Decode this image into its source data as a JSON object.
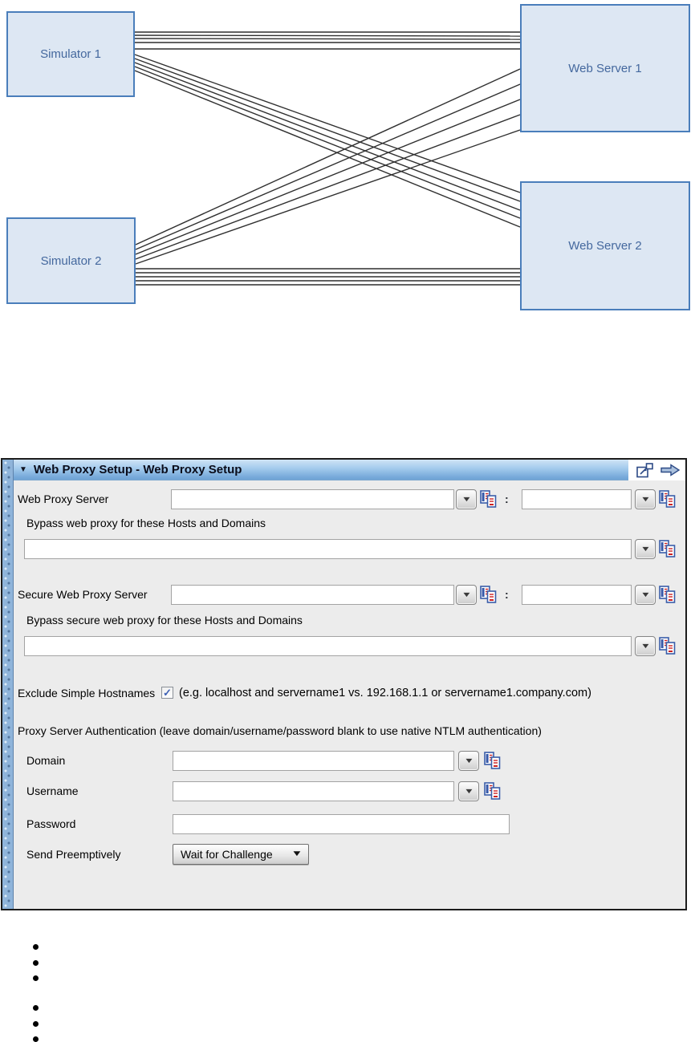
{
  "diagram": {
    "nodes": {
      "sim1": {
        "label": "Simulator 1"
      },
      "ws1": {
        "label": "Web Server 1"
      },
      "sim2": {
        "label": "Simulator 2"
      },
      "ws2": {
        "label": "Web Server 2"
      }
    },
    "links": [
      [
        168,
        40,
        648,
        40
      ],
      [
        168,
        44,
        648,
        45
      ],
      [
        168,
        48,
        648,
        49
      ],
      [
        168,
        53,
        648,
        53
      ],
      [
        168,
        61,
        648,
        61
      ],
      [
        168,
        68,
        648,
        240
      ],
      [
        168,
        73,
        648,
        251
      ],
      [
        168,
        78,
        648,
        262
      ],
      [
        168,
        83,
        648,
        272
      ],
      [
        168,
        88,
        648,
        283
      ],
      [
        169,
        305,
        648,
        86
      ],
      [
        169,
        311,
        648,
        105
      ],
      [
        169,
        317,
        648,
        124
      ],
      [
        169,
        323,
        648,
        143
      ],
      [
        169,
        329,
        648,
        162
      ],
      [
        169,
        335,
        648,
        335
      ],
      [
        169,
        340,
        648,
        340
      ],
      [
        169,
        345,
        648,
        345
      ],
      [
        169,
        350,
        648,
        350
      ],
      [
        169,
        355,
        648,
        355
      ]
    ],
    "node_fill": "#dde7f3",
    "node_border": "#4a7ebb",
    "line_color": "#2f2f2f"
  },
  "panel": {
    "collapse_glyph": "▼",
    "title": "Web Proxy Setup - Web Proxy Setup",
    "port_separator": ":",
    "titlebar_gradient_top": "#cfe3f5",
    "titlebar_gradient_bottom": "#6ea3d4",
    "rows": {
      "web_proxy_server": {
        "label": "Web Proxy Server",
        "host_value": "",
        "port_value": ""
      },
      "bypass_web_proxy": {
        "label": "Bypass web proxy for these Hosts and Domains",
        "value": ""
      },
      "secure_web_proxy_server": {
        "label": "Secure Web Proxy Server",
        "host_value": "",
        "port_value": ""
      },
      "bypass_secure_web_proxy": {
        "label": "Bypass secure web proxy for these Hosts and Domains",
        "value": ""
      },
      "exclude_simple_hostnames": {
        "label": "Exclude Simple Hostnames",
        "checked": true,
        "check_glyph": "✓",
        "hint": "(e.g. localhost and servername1 vs. 192.168.1.1 or servername1.company.com)"
      },
      "proxy_auth_heading": "Proxy Server Authentication (leave domain/username/password blank to use native NTLM authentication)",
      "domain": {
        "label": "Domain",
        "value": ""
      },
      "username": {
        "label": "Username",
        "value": ""
      },
      "password": {
        "label": "Password",
        "value": ""
      },
      "send_preemptively": {
        "label": "Send Preemptively",
        "value": "Wait for Challenge"
      }
    }
  },
  "icons": {
    "dropdown_glyph": "▼",
    "popout": "popout-window-icon",
    "forward": "forward-arrow-icon",
    "property": "property-expansion-icon"
  },
  "bullets": {
    "glyph": "•",
    "groups": [
      3,
      3
    ]
  }
}
